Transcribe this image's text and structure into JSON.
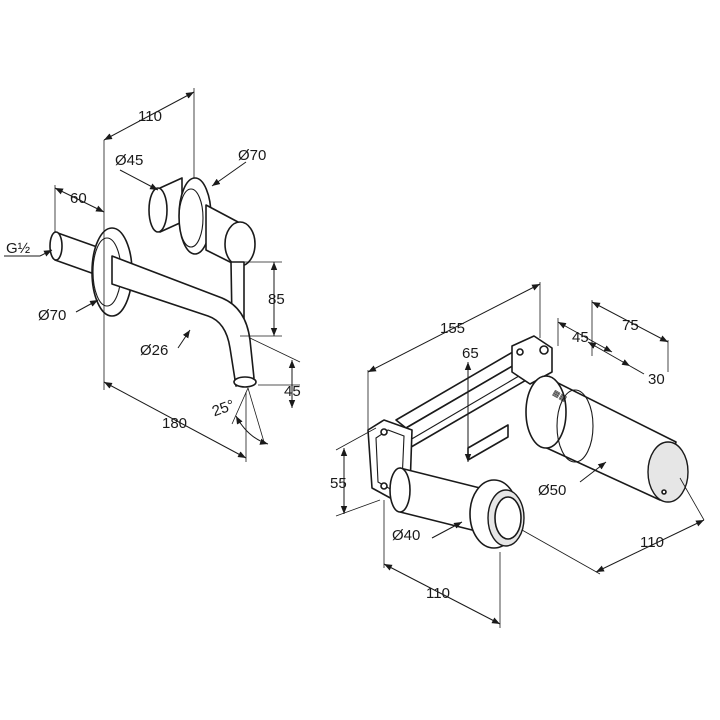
{
  "colors": {
    "line": "#1a1a1a",
    "background": "#ffffff",
    "shading": "#e6e6e6"
  },
  "spout_view": {
    "dim_total_depth": "110",
    "dim_handle_diameter_outer": "Ø70",
    "dim_handle_knob_diameter": "Ø45",
    "dim_rosette_offset": "60",
    "dim_thread": "G½",
    "dim_rosette_diameter": "Ø70",
    "dim_spout_diameter": "Ø26",
    "dim_handle_height": "85",
    "dim_outlet_height": "45",
    "dim_spout_angle": "25°",
    "dim_spout_length": "180"
  },
  "box_view": {
    "dim_total_width": "155",
    "dim_height_offset": "65",
    "dim_depth_a": "45",
    "dim_depth_b": "75",
    "dim_depth_c": "30",
    "dim_body_height": "55",
    "dim_body_diameter": "Ø50",
    "dim_outlet_diameter": "Ø40",
    "dim_front_depth": "110",
    "dim_side_depth": "110"
  }
}
